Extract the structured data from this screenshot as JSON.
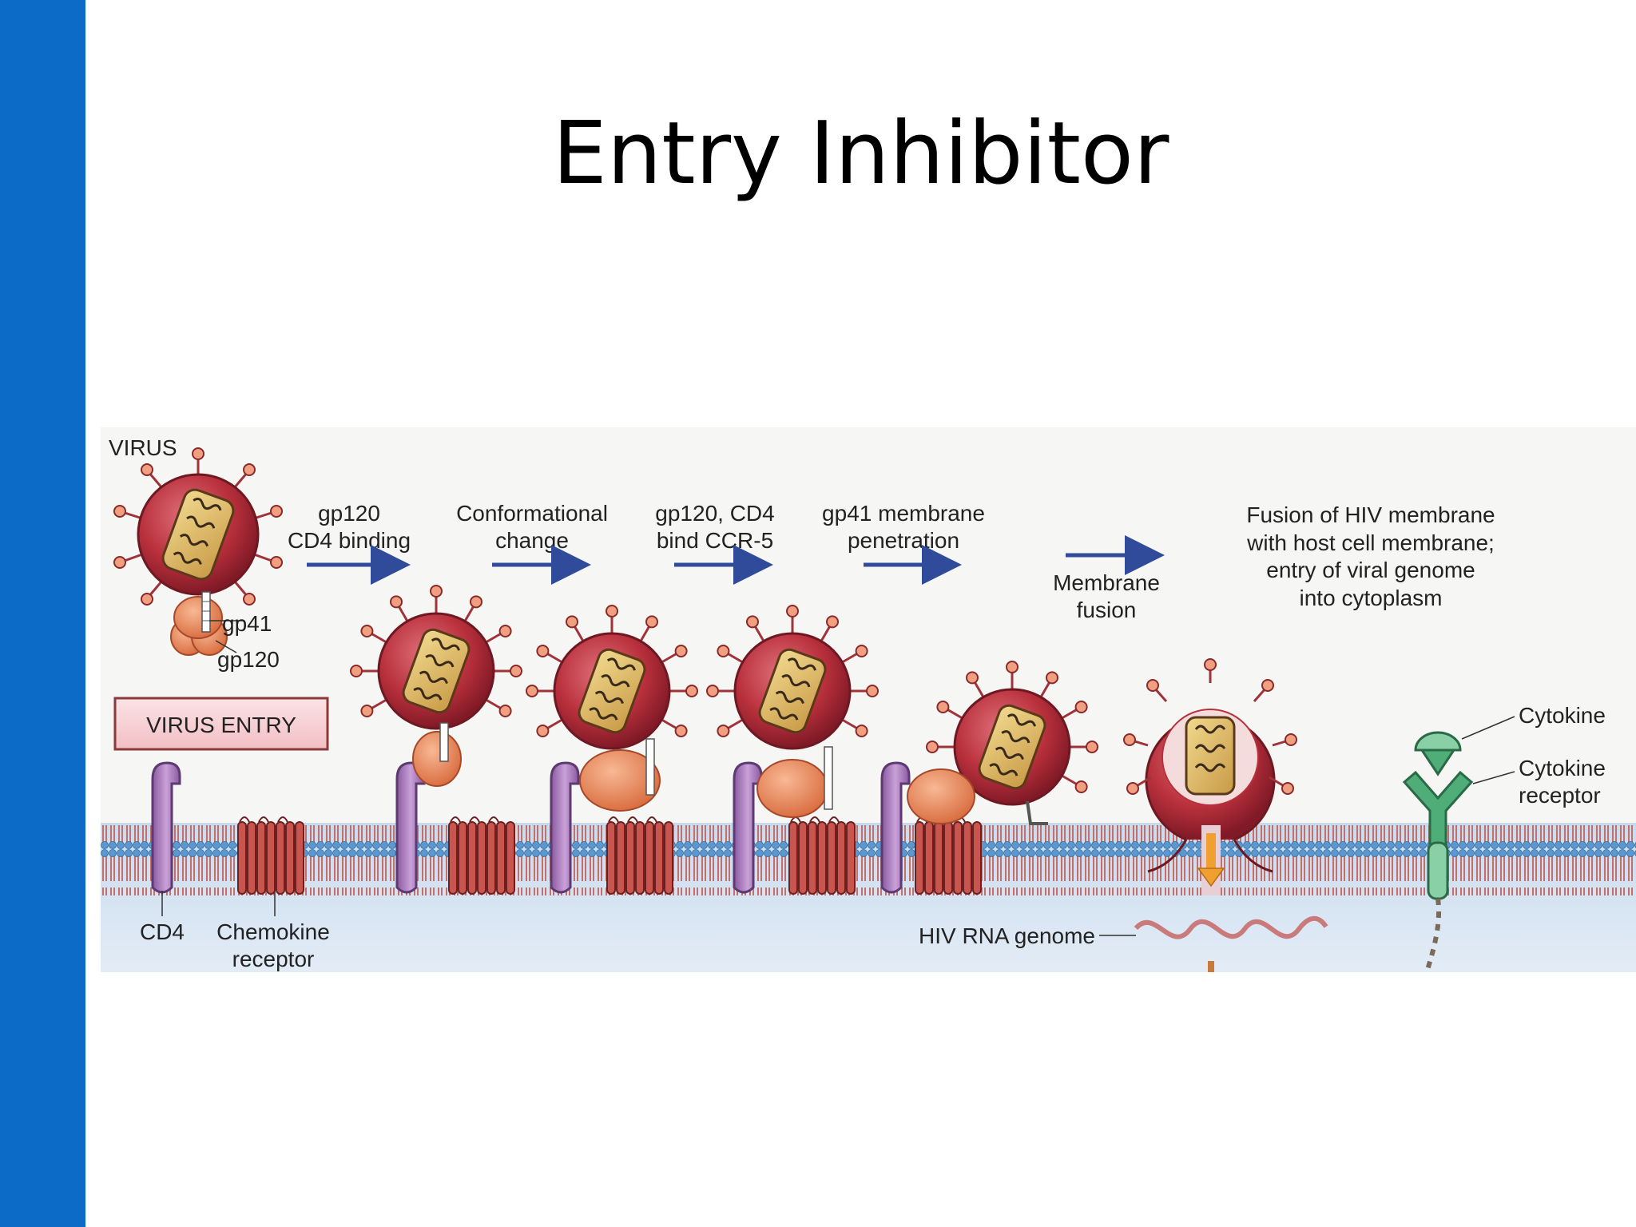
{
  "slide": {
    "title": "Entry Inhibitor",
    "accent_color": "#0b6bc6"
  },
  "diagram": {
    "virus_label": "VIRUS",
    "gp41_label": "gp41",
    "gp120_label": "gp120",
    "virus_entry_box": "VIRUS ENTRY",
    "steps": [
      {
        "line1": "gp120",
        "line2": "CD4 binding"
      },
      {
        "line1": "Conformational",
        "line2": "change"
      },
      {
        "line1": "gp120, CD4",
        "line2": "bind CCR-5"
      },
      {
        "line1": "gp41 membrane",
        "line2": "penetration"
      },
      {
        "line1": "Membrane",
        "line2": "fusion"
      }
    ],
    "fusion_text": [
      "Fusion of HIV membrane",
      "with host cell membrane;",
      "entry of viral genome",
      "into cytoplasm"
    ],
    "cd4_label": "CD4",
    "chemokine_label_1": "Chemokine",
    "chemokine_label_2": "receptor",
    "hiv_rna_label": "HIV RNA genome",
    "cytokine_label": "Cytokine",
    "cytokine_receptor_label_1": "Cytokine",
    "cytokine_receptor_label_2": "receptor",
    "colors": {
      "background": "#f6f6f4",
      "cytoplasm": "#dbe7f3",
      "lipid_head": "#5a98cf",
      "lipid_tail": "#c4706a",
      "virus_envelope": "#b8303c",
      "virus_core": "#e3c274",
      "gp120": "#ea8d5c",
      "cd4": "#a879ba",
      "chemokine_receptor": "#c9564e",
      "cytokine": "#4fae78",
      "arrow": "#2f4b9a",
      "down_arrow": "#f0a030"
    }
  }
}
